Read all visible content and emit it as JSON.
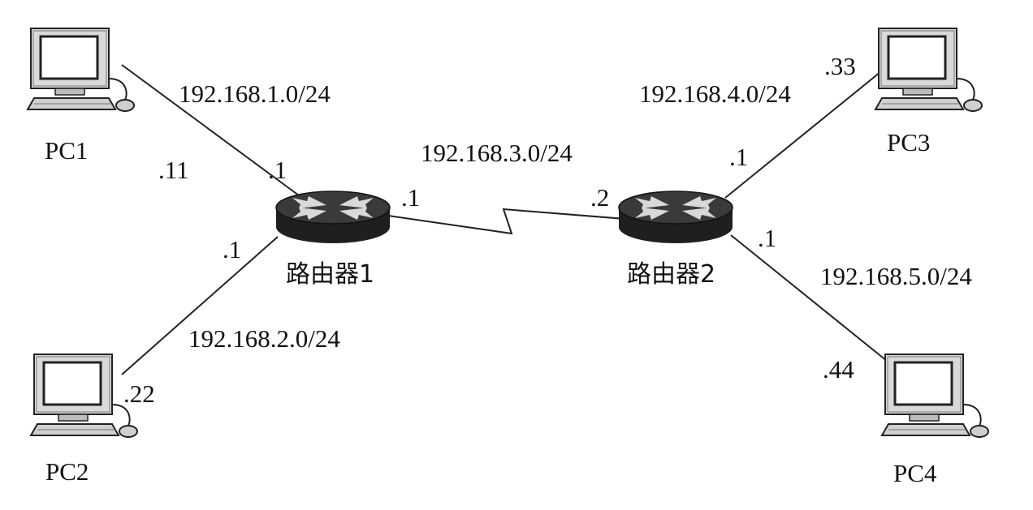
{
  "colors": {
    "link": "#222222",
    "router": "#2a2a2a",
    "background": "#ffffff"
  },
  "icons": {
    "pc": "computer-icon",
    "router": "router-icon"
  },
  "pcs": [
    {
      "id": "pc1",
      "label": "PC1",
      "host": ".11"
    },
    {
      "id": "pc2",
      "label": "PC2",
      "host": ".22"
    },
    {
      "id": "pc3",
      "label": "PC3",
      "host": ".33"
    },
    {
      "id": "pc4",
      "label": "PC4",
      "host": ".44"
    }
  ],
  "routers": [
    {
      "id": "router1",
      "label": "路由器1"
    },
    {
      "id": "router2",
      "label": "路由器2"
    }
  ],
  "networks": {
    "pc1_r1": "192.168.1.0/24",
    "pc2_r1": "192.168.2.0/24",
    "r1_r2": "192.168.3.0/24",
    "r2_pc3": "192.168.4.0/24",
    "r2_pc4": "192.168.5.0/24"
  },
  "interfaces": {
    "r1_to_pc1": ".1",
    "r1_to_pc2": ".1",
    "r1_serial": ".1",
    "r2_serial": ".2",
    "r2_to_pc3": ".1",
    "r2_to_pc4": ".1"
  }
}
